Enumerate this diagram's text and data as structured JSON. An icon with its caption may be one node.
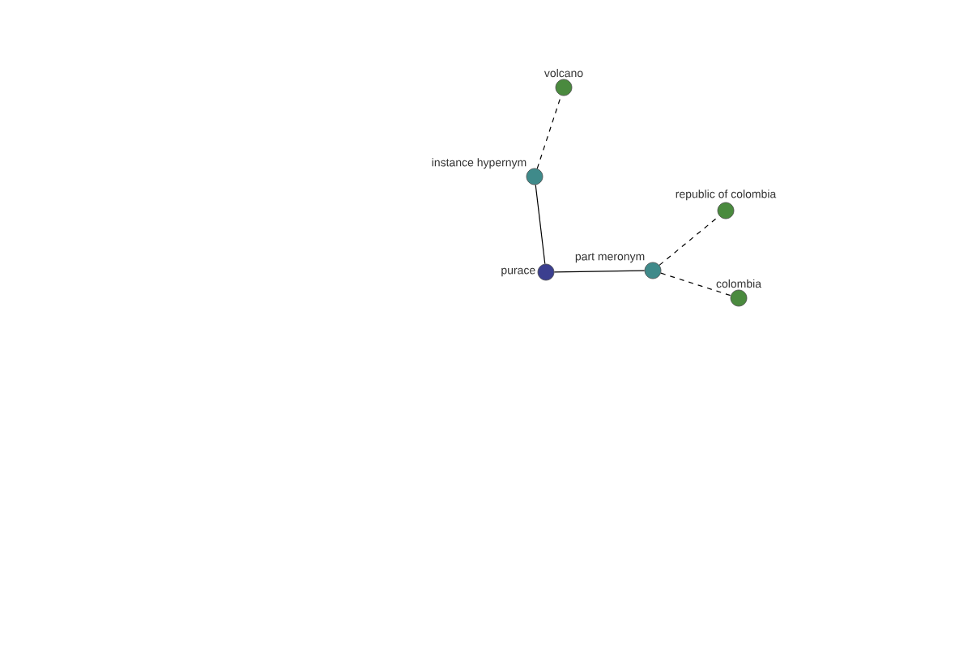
{
  "diagram": {
    "nodes": [
      {
        "text": [
          "purace"
        ]
      },
      {
        "text": [
          "instance hypernym"
        ]
      },
      {
        "text": [
          "volcano"
        ]
      },
      {
        "text": [
          "part meronym"
        ]
      },
      {
        "text": [
          "republic of colombia"
        ]
      },
      {
        "text": [
          "colombia"
        ]
      }
    ],
    "edges": [
      {
        "from": 0,
        "to": 1,
        "arrow": "none"
      },
      {
        "from": 1,
        "to": 2,
        "arrow": "none",
        "style": "dashed"
      },
      {
        "from": 0,
        "to": 3,
        "arrow": "none"
      },
      {
        "from": 3,
        "to": 4,
        "arrow": "none",
        "style": "dashed"
      },
      {
        "from": 3,
        "to": 5,
        "arrow": "none",
        "style": "dashed"
      }
    ]
  }
}
